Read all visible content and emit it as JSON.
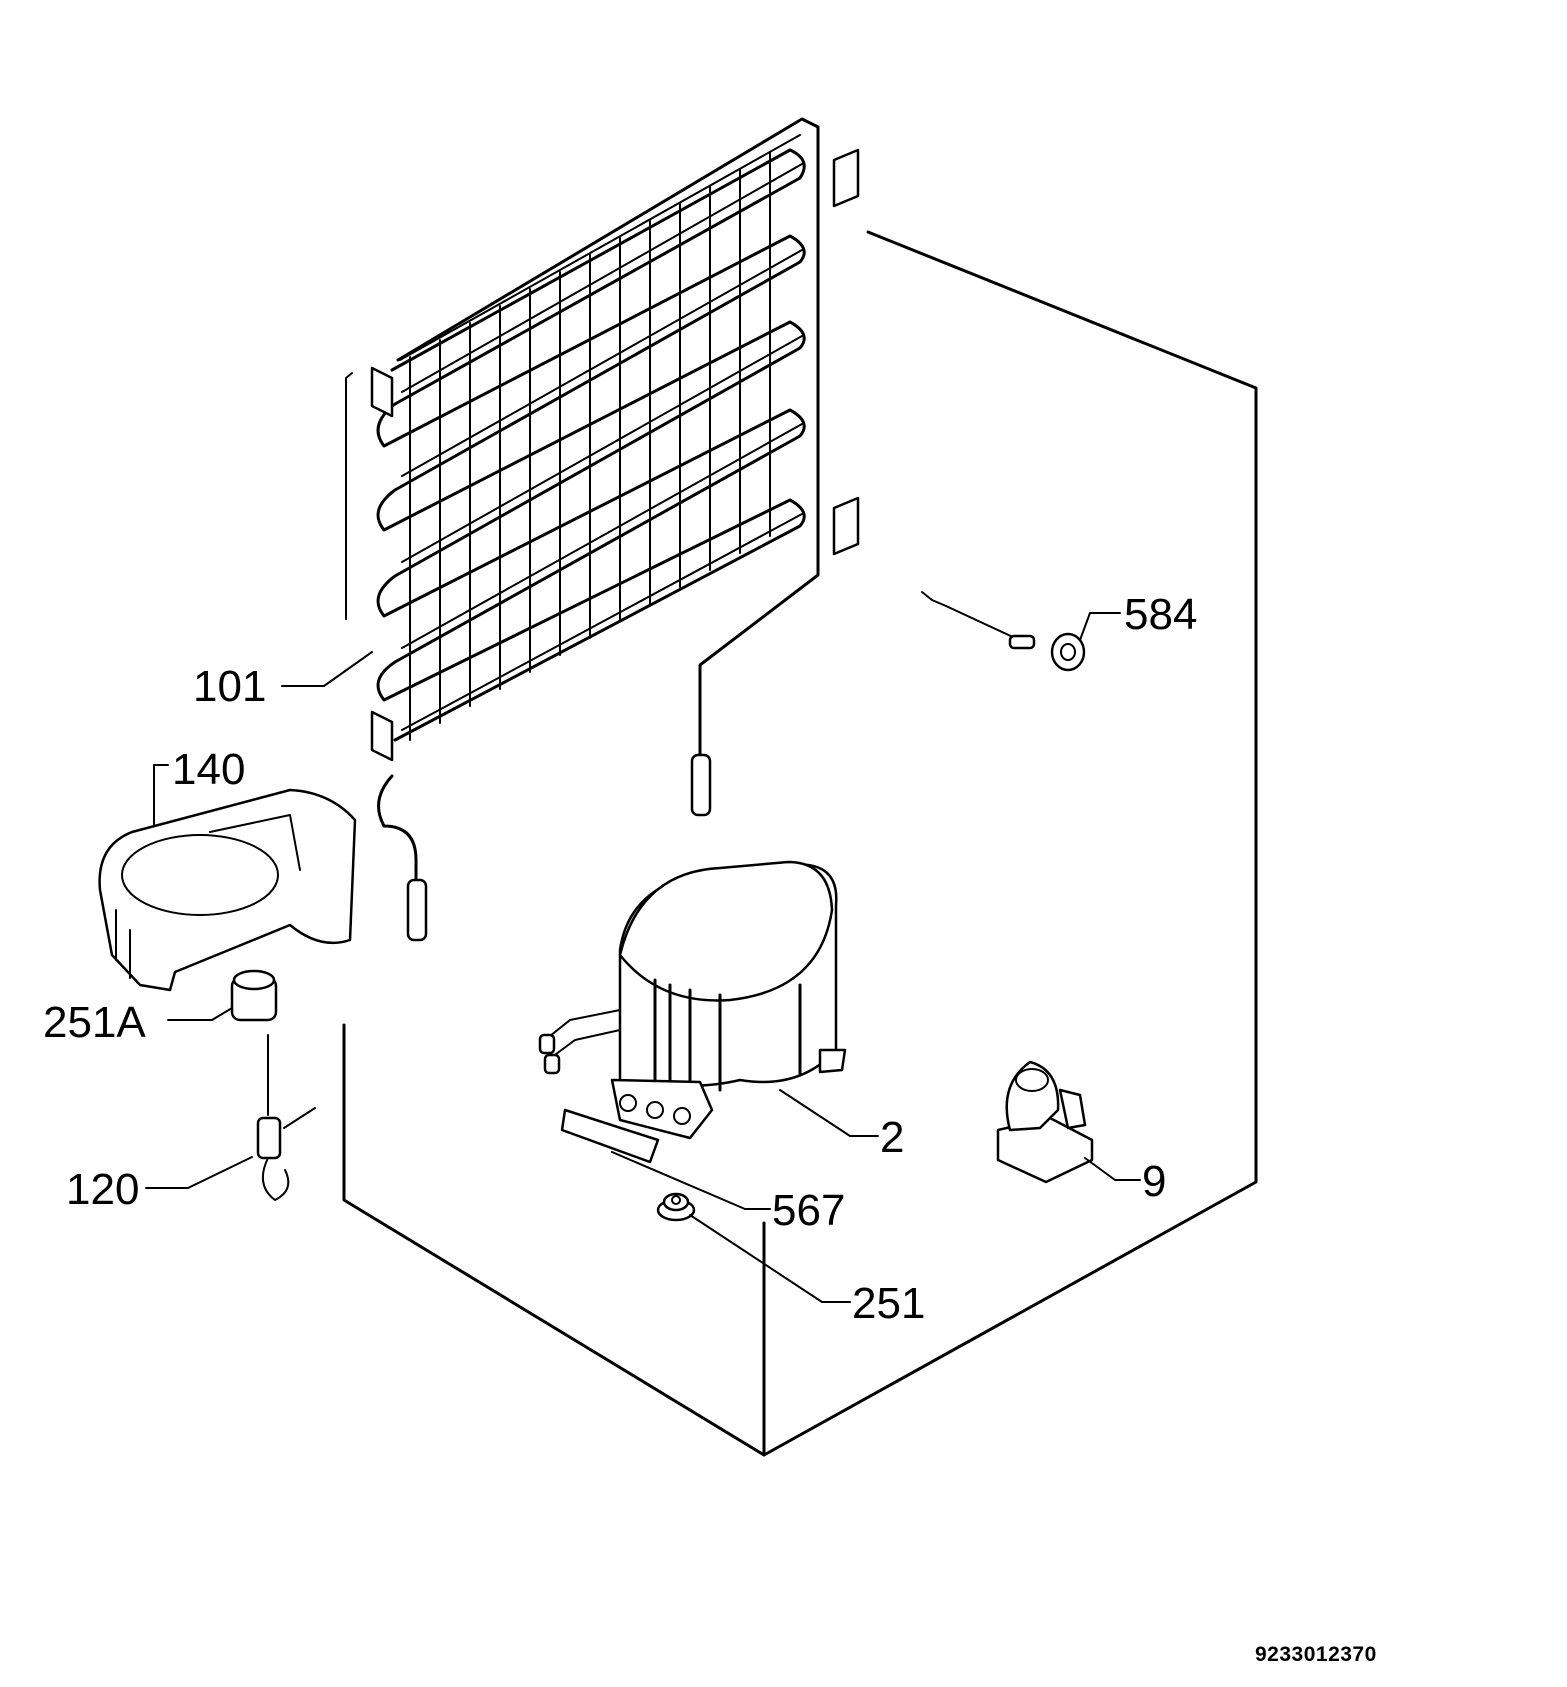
{
  "parts": [
    {
      "id": "101",
      "name": "condenser"
    },
    {
      "id": "140",
      "name": "drip tray"
    },
    {
      "id": "251A",
      "name": "grommet"
    },
    {
      "id": "120",
      "name": "drier"
    },
    {
      "id": "584",
      "name": "sensor"
    },
    {
      "id": "2",
      "name": "compressor"
    },
    {
      "id": "567",
      "name": "mounting plate"
    },
    {
      "id": "9",
      "name": "relay"
    },
    {
      "id": "251",
      "name": "grommet"
    }
  ],
  "reference_code": "9233012370",
  "colors": {
    "line": "#000000",
    "background": "#ffffff"
  }
}
